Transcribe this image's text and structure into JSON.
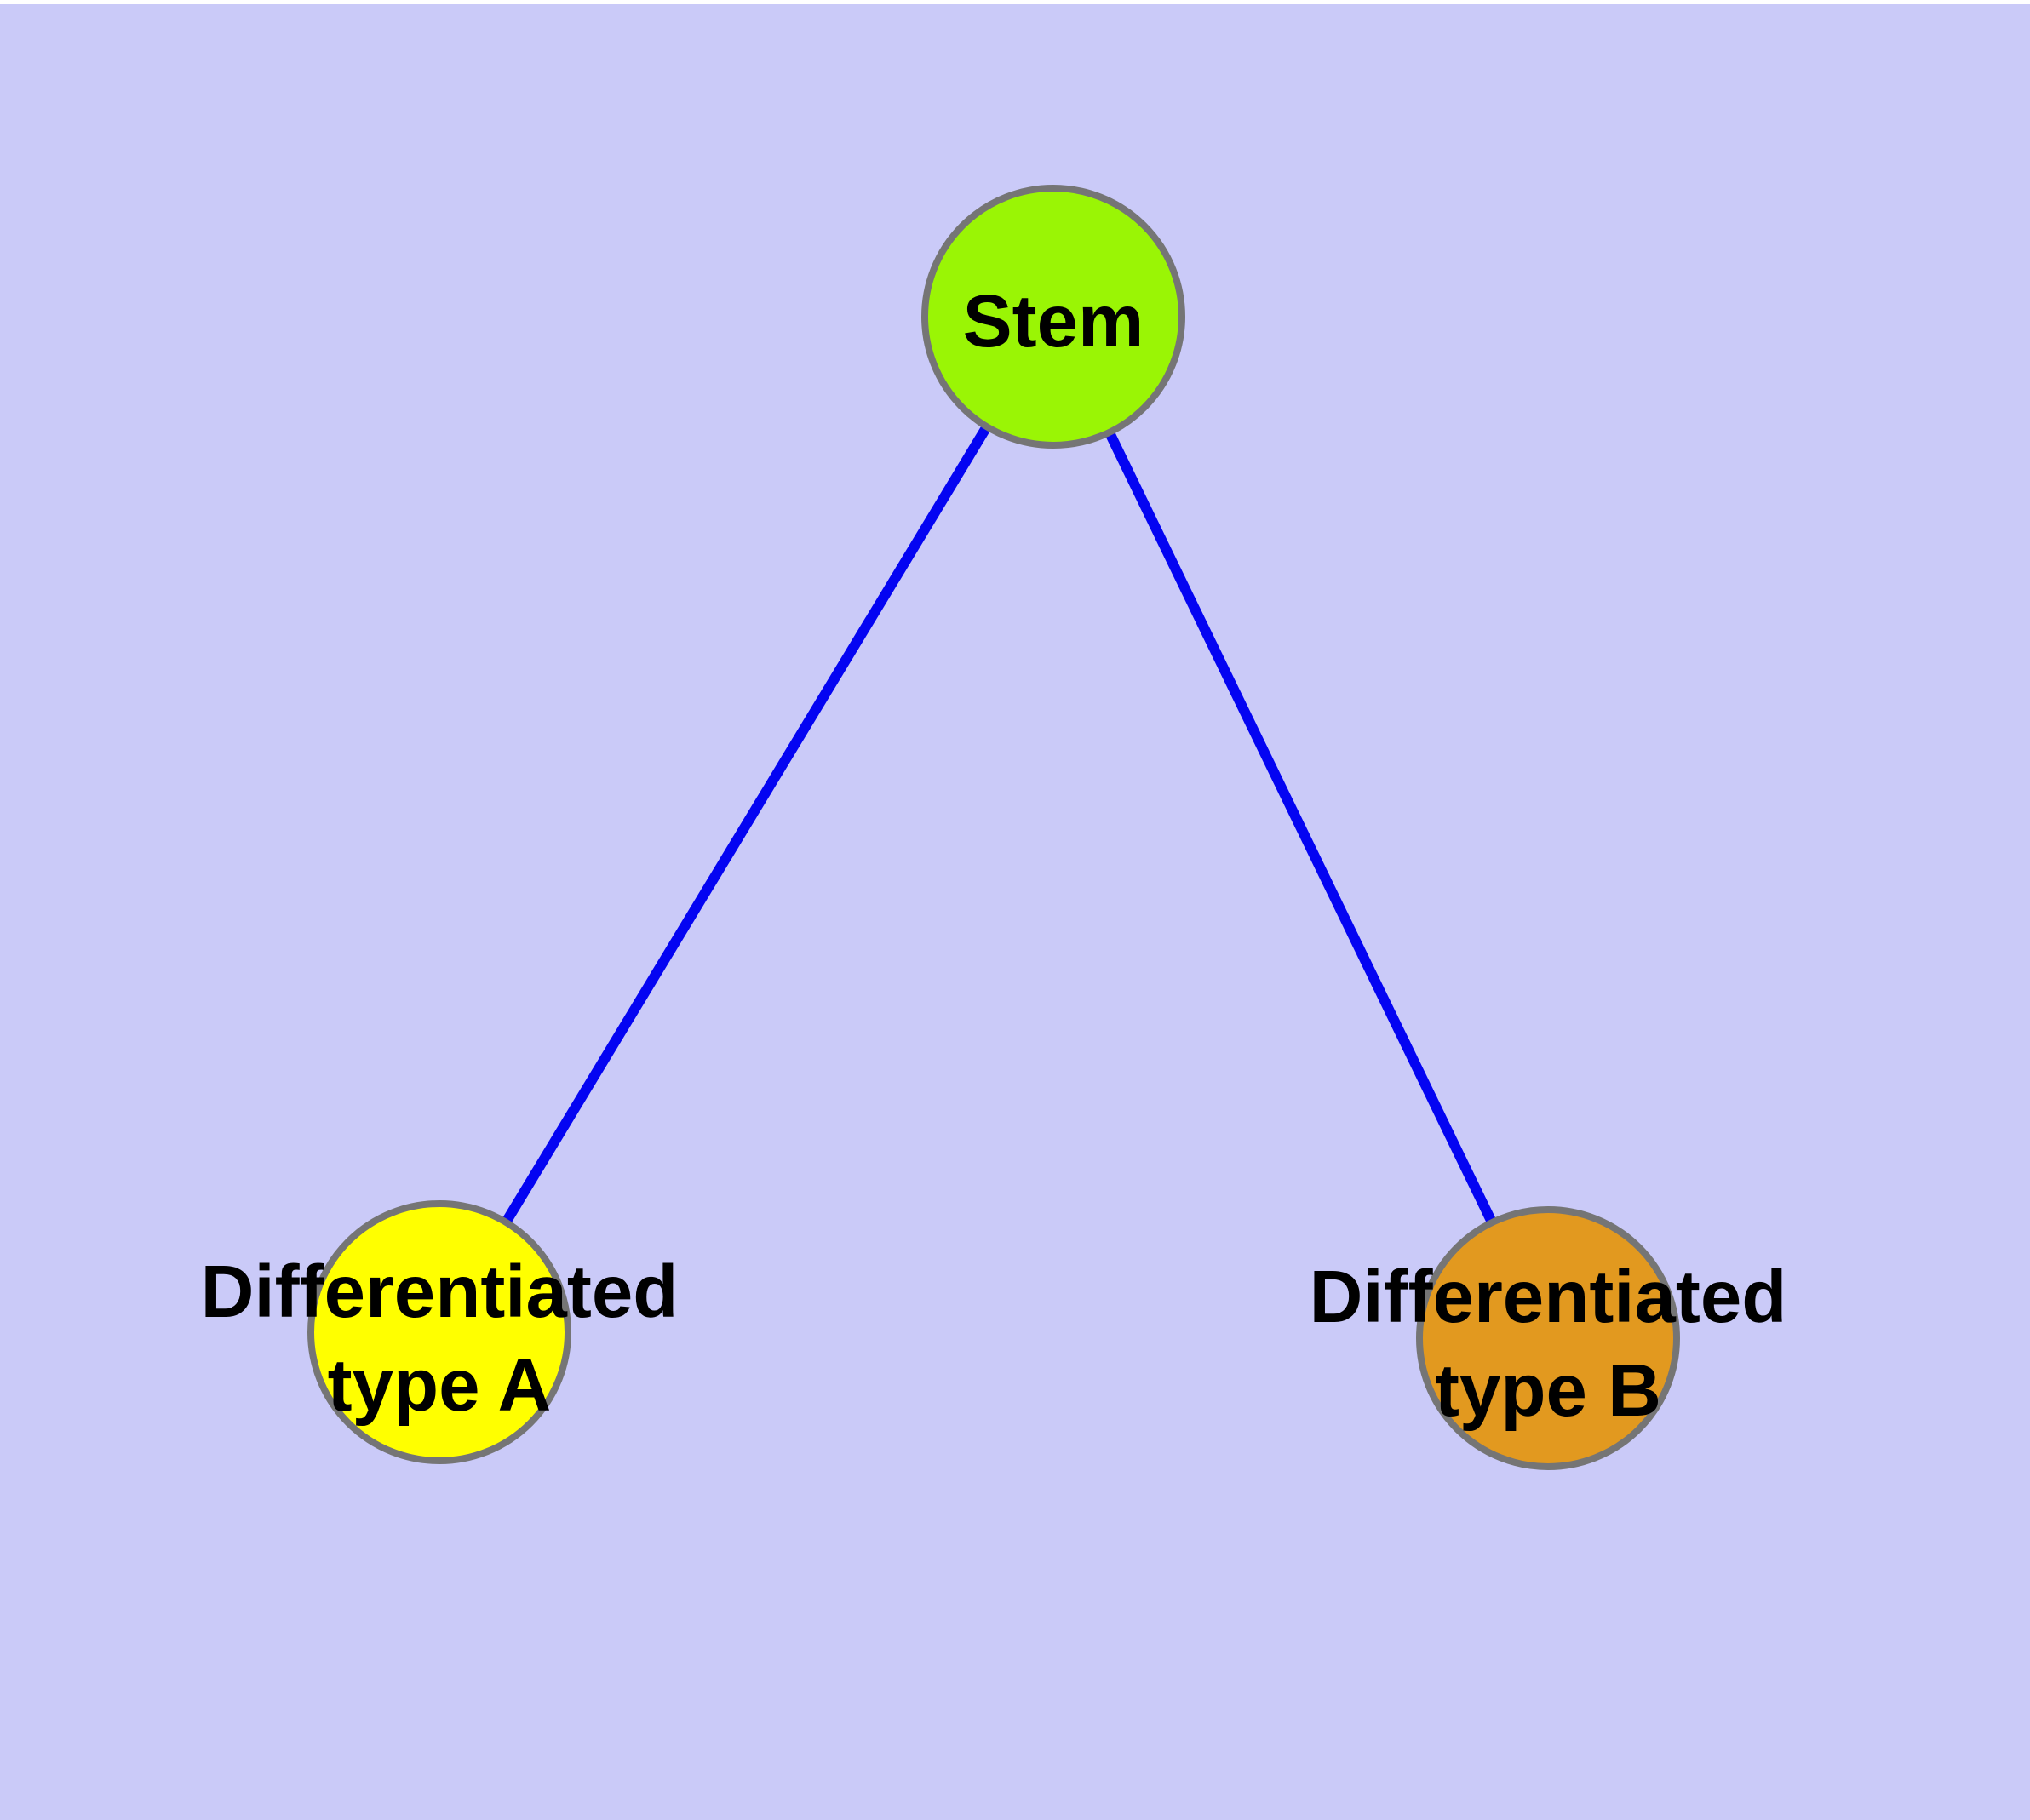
{
  "diagram": {
    "title": "",
    "background_color": "#cacaf8",
    "top_margin_color": "#ffffff",
    "edge_color": "#0404f2",
    "node_border_color": "#757575",
    "label_color": "#000000",
    "nodes": [
      {
        "id": "stem",
        "label": "Stem",
        "label_line1": "Stem",
        "label_line2": "",
        "color": "#9af505"
      },
      {
        "id": "differentiated-type-a",
        "label": "Differentiated type A",
        "label_line1": "Differentiated",
        "label_line2": "type A",
        "color": "#ffff00"
      },
      {
        "id": "differentiated-type-b",
        "label": "Differentiated type B",
        "label_line1": "Differentiated",
        "label_line2": "type B",
        "color": "#e2991f"
      }
    ],
    "edges": [
      {
        "from": "Stem",
        "to": "Differentiated type A"
      },
      {
        "from": "Stem",
        "to": "Differentiated type B"
      }
    ]
  }
}
